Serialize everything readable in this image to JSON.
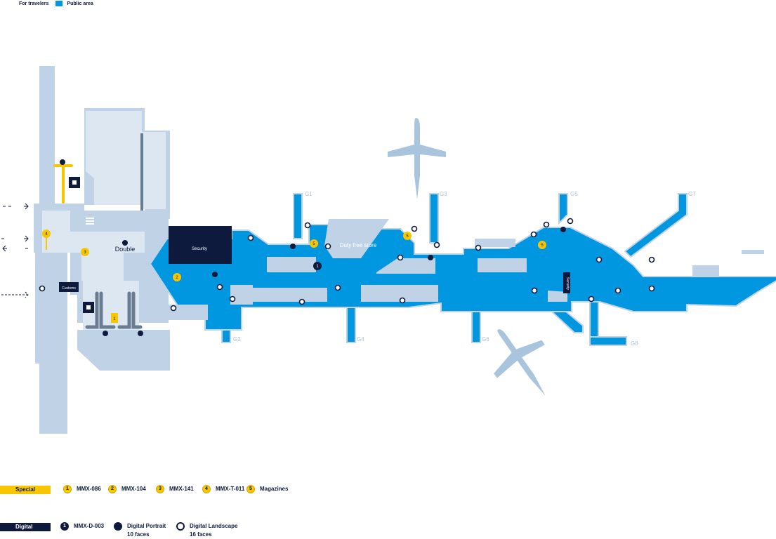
{
  "legend_top": {
    "travelers_label": "For travelers",
    "public_label": "Public area"
  },
  "colors": {
    "public": "#0096e0",
    "travelers": "#c0d3e6",
    "inner": "#dde7f2",
    "navy": "#0d1a3d",
    "yellow": "#f7c600",
    "plane": "#a9c4dd"
  },
  "gates": [
    "G1",
    "G2",
    "G3",
    "G4",
    "G5",
    "G6",
    "G7",
    "G8"
  ],
  "map_labels": {
    "duty_free": "Duty free store",
    "double": "Double",
    "security_main": "Security",
    "security_east": "Security",
    "customs": "Customs"
  },
  "markers": {
    "special_1": "1",
    "special_2": "2",
    "special_3": "3",
    "special_4": "4",
    "special_5": "5",
    "digital_1": "1"
  },
  "legend_special": {
    "title": "Special",
    "items": [
      {
        "num": "1",
        "label": "MMX-086"
      },
      {
        "num": "2",
        "label": "MMX-104"
      },
      {
        "num": "3",
        "label": "MMX-141"
      },
      {
        "num": "4",
        "label": "MMX-T-011"
      },
      {
        "num": "5",
        "label": "Magazines"
      }
    ]
  },
  "legend_digital": {
    "title": "Digital",
    "items": [
      {
        "num": "1",
        "label": "MMX-D-003"
      },
      {
        "label": "Digital Portrait\n10 faces"
      },
      {
        "label": "Digital Landscape\n16  faces"
      }
    ]
  }
}
